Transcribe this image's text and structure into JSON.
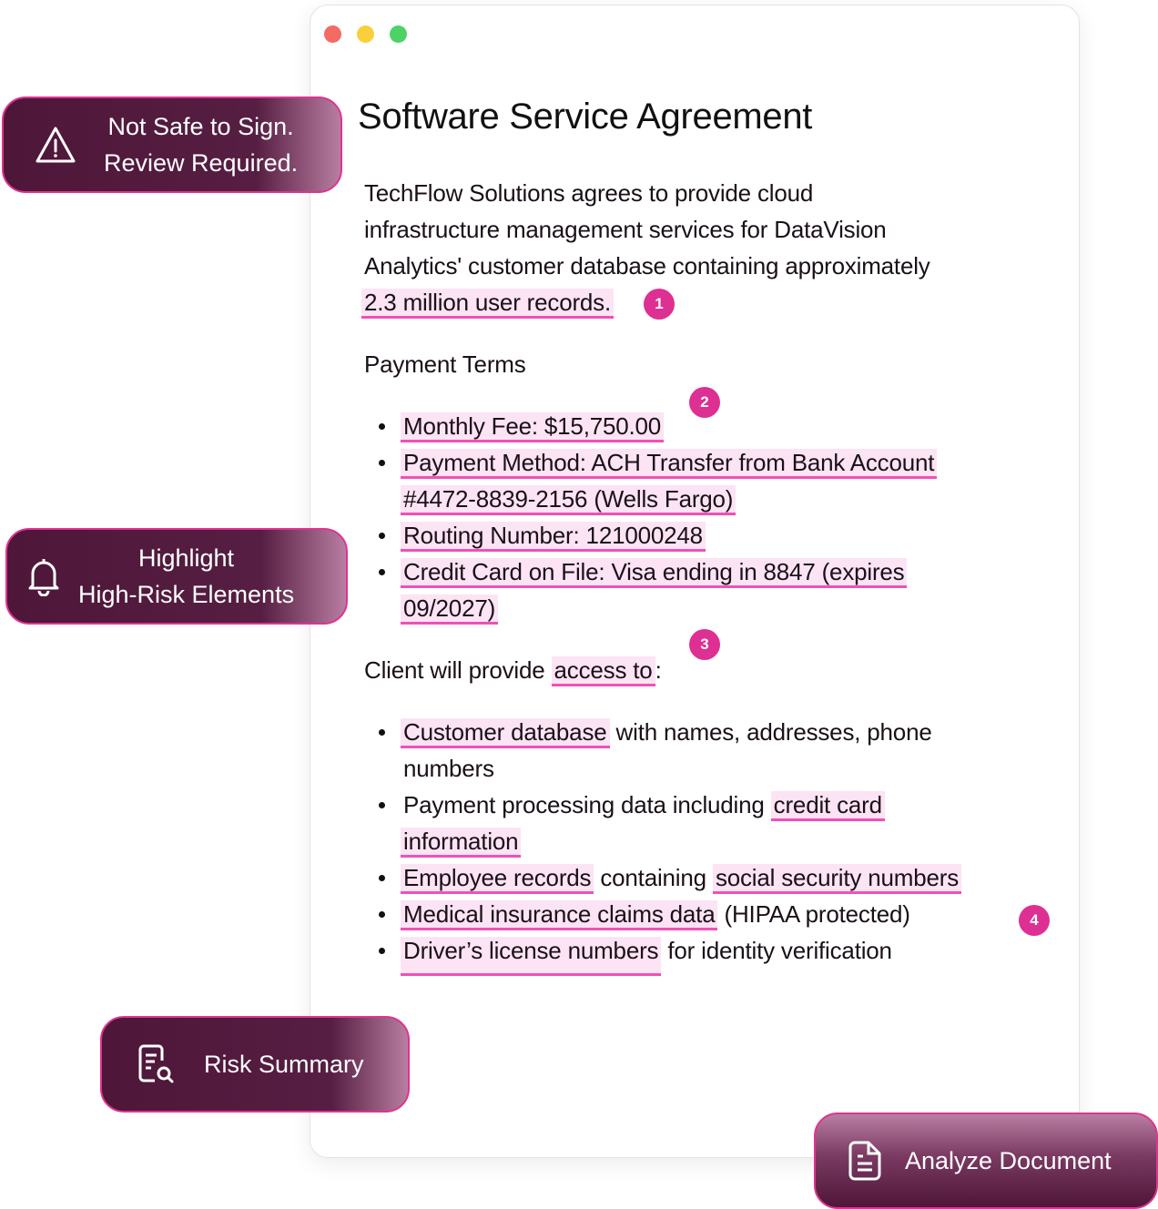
{
  "window": {
    "title": "Software Service Agreement"
  },
  "intro": {
    "line1": "TechFlow Solutions agrees to provide cloud",
    "line2": "infrastructure management services for DataVision",
    "line3": "Analytics' customer database containing approximately",
    "line4_hl": "2.3 million user records."
  },
  "payment": {
    "heading": "Payment Terms",
    "fee": "Monthly Fee: $15,750.00",
    "method1": "Payment Method: ACH Transfer from Bank Account",
    "method2": "#4472-8839-2156 (Wells Fargo)",
    "routing": "Routing Number: 121000248",
    "card1": "Credit Card on File: Visa ending in 8847 (expires",
    "card2": "09/2027)"
  },
  "access": {
    "pre": "Client will provide ",
    "hl": "access to",
    "post": ":",
    "i1_hl": "Customer database",
    "i1_rest": " with names, addresses, phone",
    "i1_l2": "numbers",
    "i2_pre": "Payment processing data including ",
    "i2_hl": "credit card",
    "i2_l2": "information",
    "i3_hl": "Employee records",
    "i3_mid": " containing ",
    "i3_hl2": "social security numbers",
    "i4_hl": "Medical insurance claims data",
    "i4_rest": " (HIPAA protected)",
    "i5_hl": "Driver’s license numbers",
    "i5_rest": " for identity verification"
  },
  "badges": [
    "1",
    "2",
    "3",
    "4"
  ],
  "callouts": {
    "warning1": "Not Safe to Sign.",
    "warning2": "Review Required.",
    "highlight1": "Highlight",
    "highlight2": "High-Risk Elements",
    "risk": "Risk Summary",
    "analyze": "Analyze Document"
  },
  "colors": {
    "accent": "#de2f93",
    "highlight_bg": "#fce4f4",
    "underline": "#f050b8",
    "pill": "#4e1638"
  }
}
